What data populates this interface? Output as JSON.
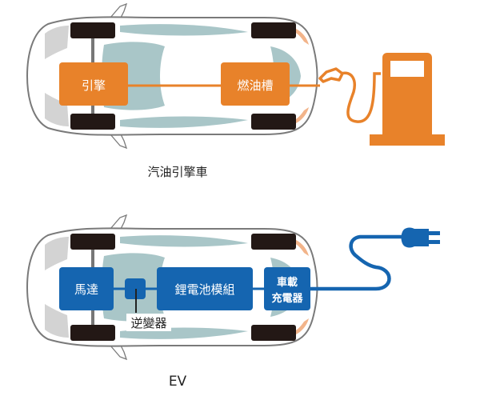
{
  "colors": {
    "ice_accent": "#e8822a",
    "ev_accent": "#1565b0",
    "cabin": "#a9c6c8",
    "tire": "#231815",
    "body_outline": "#7a7a7a",
    "body_fill": "#ffffff",
    "light_gray": "#d3d3d3",
    "light_orange": "#f2b48a",
    "axle": "#777777"
  },
  "ice": {
    "caption": "汽油引擎車",
    "engine_label": "引擎",
    "tank_label": "燃油槽",
    "pump_icon": "fuel-pump"
  },
  "ev": {
    "caption": "EV",
    "motor_label": "馬達",
    "inverter_label": "逆變器",
    "battery_label": "鋰電池模組",
    "charger_label_line1": "車載",
    "charger_label_line2": "充電器",
    "plug_icon": "power-plug"
  }
}
